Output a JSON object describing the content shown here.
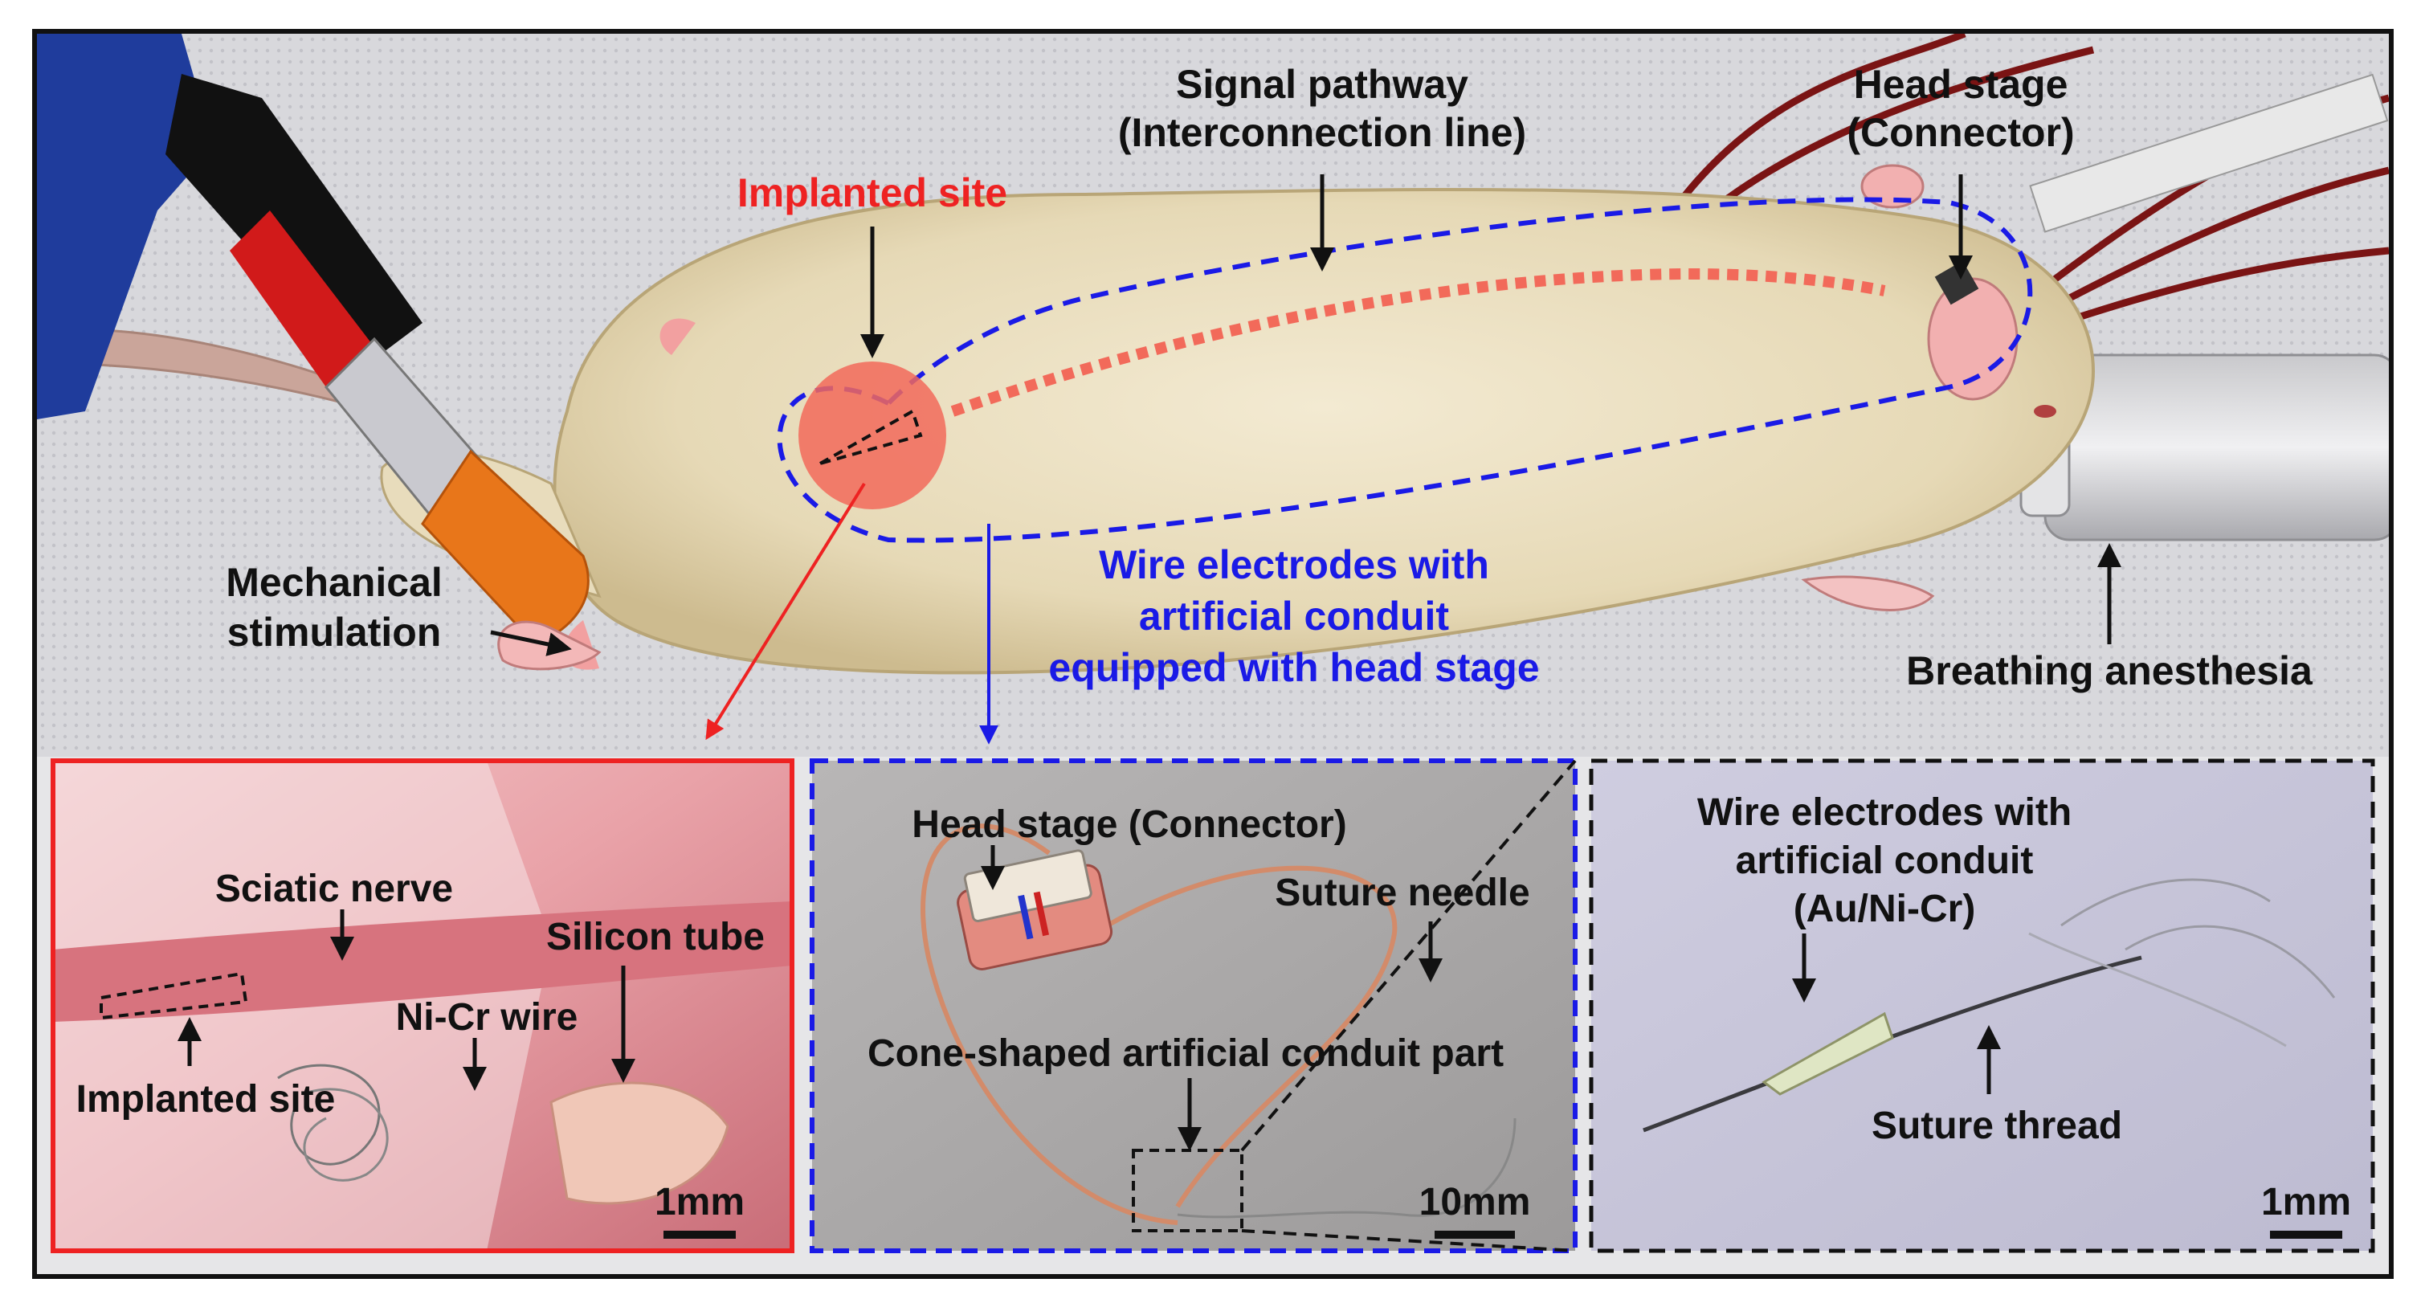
{
  "main_labels": {
    "implanted_site": "Implanted site",
    "signal_pathway_line1": "Signal pathway",
    "signal_pathway_line2": "(Interconnection line)",
    "head_stage_line1": "Head stage",
    "head_stage_line2": "(Connector)",
    "mechanical_line1": "Mechanical",
    "mechanical_line2": "stimulation",
    "wire_electrodes_line1": "Wire electrodes with",
    "wire_electrodes_line2": "artificial conduit",
    "wire_electrodes_line3": "equipped with head stage",
    "breathing_anesthesia": "Breathing anesthesia"
  },
  "panel_left": {
    "sciatic_nerve": "Sciatic nerve",
    "silicon_tube": "Silicon tube",
    "nicr_wire": "Ni-Cr wire",
    "implanted_site": "Implanted site",
    "scale": "1mm"
  },
  "panel_middle": {
    "head_stage": "Head stage (Connector)",
    "suture_needle": "Suture needle",
    "cone_shaped": "Cone-shaped artificial conduit part",
    "scale": "10mm"
  },
  "panel_right": {
    "line1": "Wire electrodes with",
    "line2": "artificial conduit",
    "line3": "(Au/Ni-Cr)",
    "suture_thread": "Suture thread",
    "scale": "1mm"
  },
  "colors": {
    "red_accent": "#ee2222",
    "blue_accent": "#1a1ae6",
    "black_dash": "#111111"
  }
}
